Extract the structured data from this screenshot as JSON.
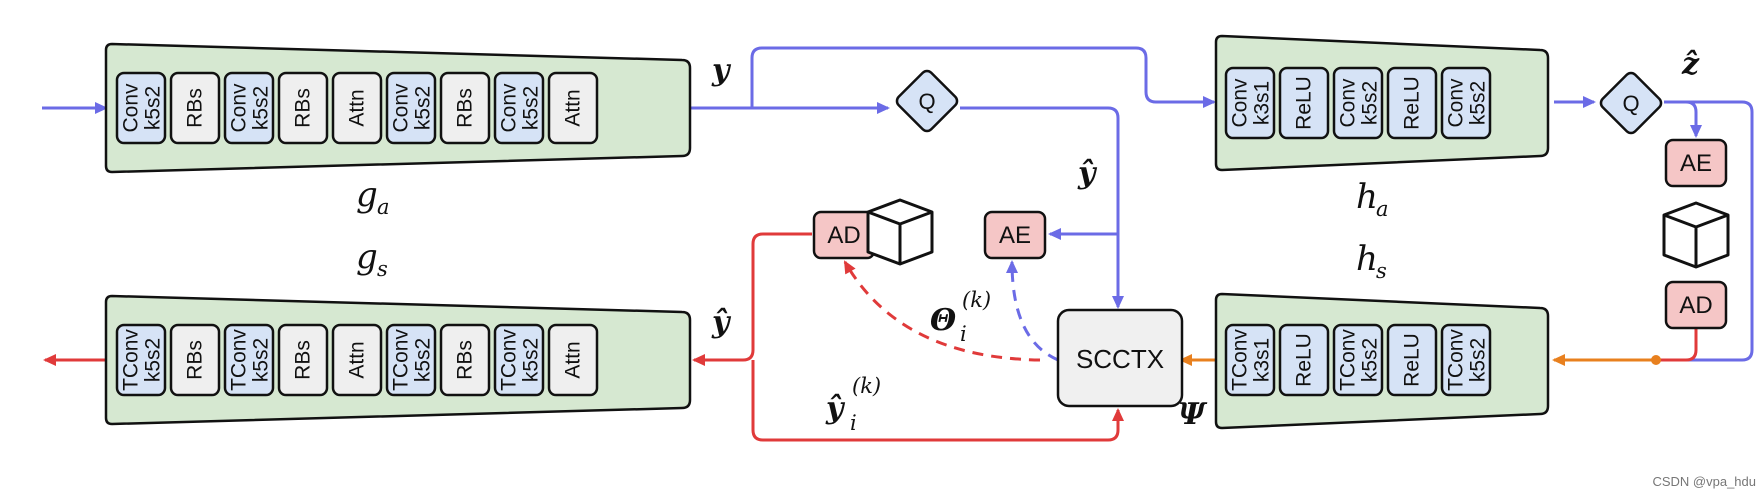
{
  "colors": {
    "blue": "#6b6be6",
    "red": "#e03a3a",
    "orange": "#e8801e",
    "panel": "#d6e8d1",
    "block_blue": "#d6e3f6",
    "block_grey": "#efefef",
    "block_pink": "#f5c6c6",
    "context_fill": "#f0f0f0"
  },
  "ga": {
    "label": "g",
    "sub": "a",
    "blocks": [
      {
        "l1": "Conv",
        "l2": "k5s2",
        "kind": "blue"
      },
      {
        "l1": "RBs",
        "l2": "",
        "kind": "grey"
      },
      {
        "l1": "Conv",
        "l2": "k5s2",
        "kind": "blue"
      },
      {
        "l1": "RBs",
        "l2": "",
        "kind": "grey"
      },
      {
        "l1": "Attn",
        "l2": "",
        "kind": "grey"
      },
      {
        "l1": "Conv",
        "l2": "k5s2",
        "kind": "blue"
      },
      {
        "l1": "RBs",
        "l2": "",
        "kind": "grey"
      },
      {
        "l1": "Conv",
        "l2": "k5s2",
        "kind": "blue"
      },
      {
        "l1": "Attn",
        "l2": "",
        "kind": "grey"
      }
    ]
  },
  "gs": {
    "label": "g",
    "sub": "s",
    "blocks": [
      {
        "l1": "TConv",
        "l2": "k5s2",
        "kind": "blue"
      },
      {
        "l1": "RBs",
        "l2": "",
        "kind": "grey"
      },
      {
        "l1": "TConv",
        "l2": "k5s2",
        "kind": "blue"
      },
      {
        "l1": "RBs",
        "l2": "",
        "kind": "grey"
      },
      {
        "l1": "Attn",
        "l2": "",
        "kind": "grey"
      },
      {
        "l1": "TConv",
        "l2": "k5s2",
        "kind": "blue"
      },
      {
        "l1": "RBs",
        "l2": "",
        "kind": "grey"
      },
      {
        "l1": "TConv",
        "l2": "k5s2",
        "kind": "blue"
      },
      {
        "l1": "Attn",
        "l2": "",
        "kind": "grey"
      }
    ]
  },
  "ha": {
    "label": "h",
    "sub": "a",
    "blocks": [
      {
        "l1": "Conv",
        "l2": "k3s1",
        "kind": "blue"
      },
      {
        "l1": "ReLU",
        "l2": "",
        "kind": "blue"
      },
      {
        "l1": "Conv",
        "l2": "k5s2",
        "kind": "blue"
      },
      {
        "l1": "ReLU",
        "l2": "",
        "kind": "blue"
      },
      {
        "l1": "Conv",
        "l2": "k5s2",
        "kind": "blue"
      }
    ]
  },
  "hs": {
    "label": "h",
    "sub": "s",
    "blocks": [
      {
        "l1": "TConv",
        "l2": "k3s1",
        "kind": "blue"
      },
      {
        "l1": "ReLU",
        "l2": "",
        "kind": "blue"
      },
      {
        "l1": "TConv",
        "l2": "k5s2",
        "kind": "blue"
      },
      {
        "l1": "ReLU",
        "l2": "",
        "kind": "blue"
      },
      {
        "l1": "TConv",
        "l2": "k5s2",
        "kind": "blue"
      }
    ]
  },
  "nodes": {
    "q": "Q",
    "ae": "AE",
    "ad": "AD",
    "scctx": "SCCTX"
  },
  "symbols": {
    "y": "y",
    "y_hat": "ŷ",
    "z_hat": "ẑ",
    "theta": "Θ",
    "theta_sub": "i",
    "theta_sup": "(k)",
    "yi_sub": "i",
    "yi_sup": "(k)",
    "psi": "Ψ"
  },
  "watermark": "CSDN @vpa_hdu"
}
